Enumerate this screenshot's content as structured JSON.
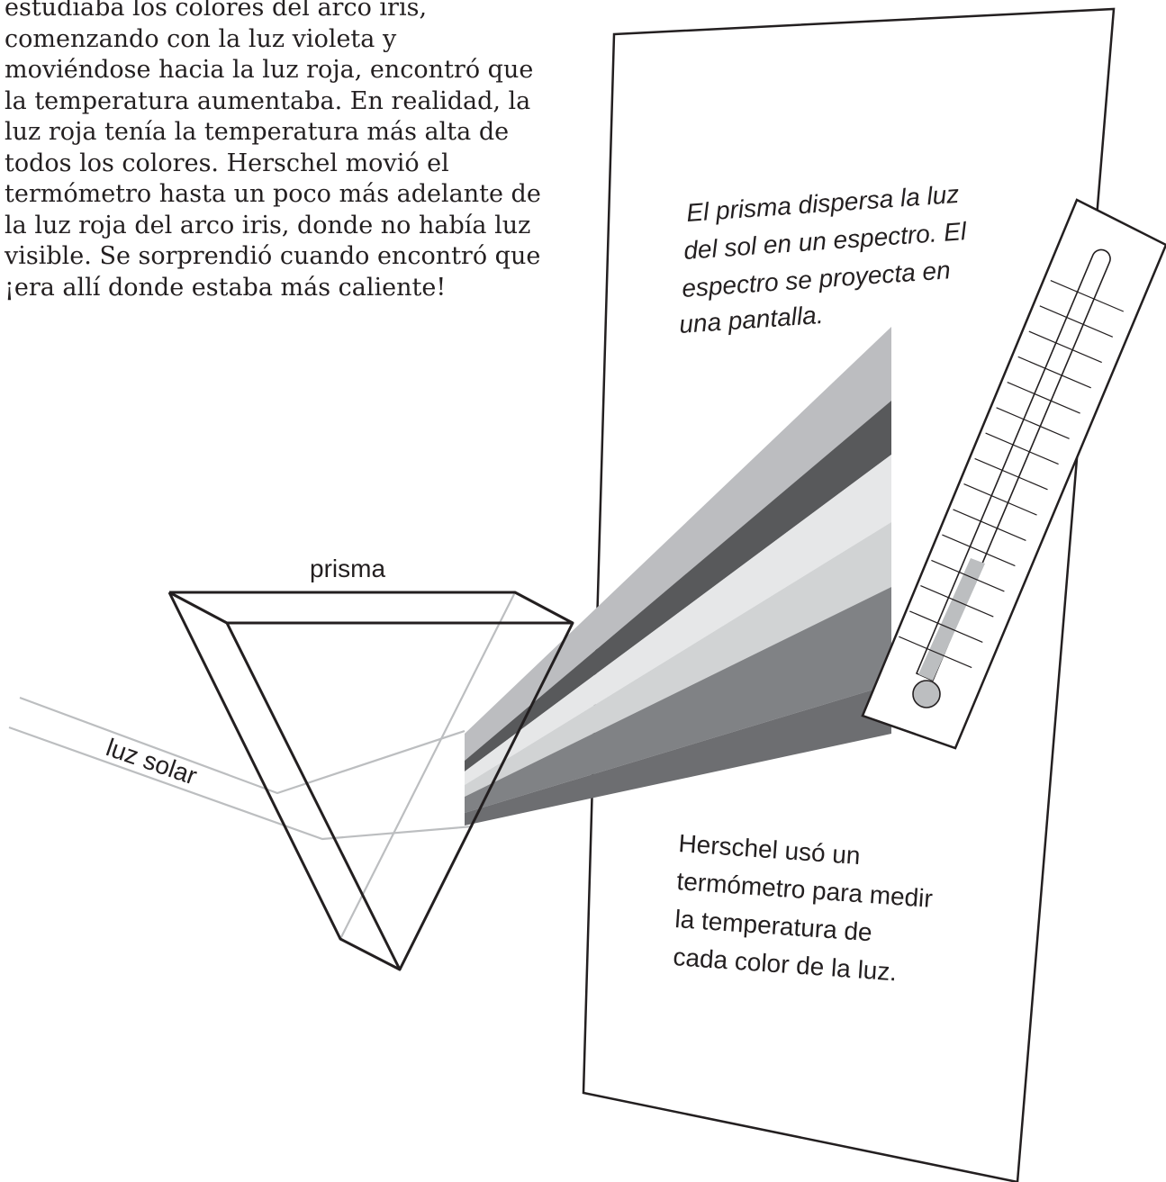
{
  "paragraph": [
    "estudiaba los colores del arco iris,",
    "comenzando con la luz violeta y",
    "moviéndose hacia la luz roja, encontró que",
    "la temperatura aumentaba. En realidad, la",
    "luz roja tenía la temperatura más alta de",
    "todos los colores. Herschel movió el",
    "termómetro hasta un poco más adelante de",
    "la luz roja del arco iris, donde no había luz",
    "visible. Se sorprendió cuando encontró que",
    "¡era allí donde estaba más caliente!"
  ],
  "labels": {
    "prism": "prisma",
    "sunlight": "luz solar"
  },
  "screen_caption": [
    "El prisma dispersa la luz",
    "del sol en un espectro. El",
    "espectro se proyecta en",
    "una pantalla."
  ],
  "thermometer_caption": [
    "Herschel usó un",
    "termómetro para medir",
    "la temperatura de",
    "cada color de la luz."
  ]
}
